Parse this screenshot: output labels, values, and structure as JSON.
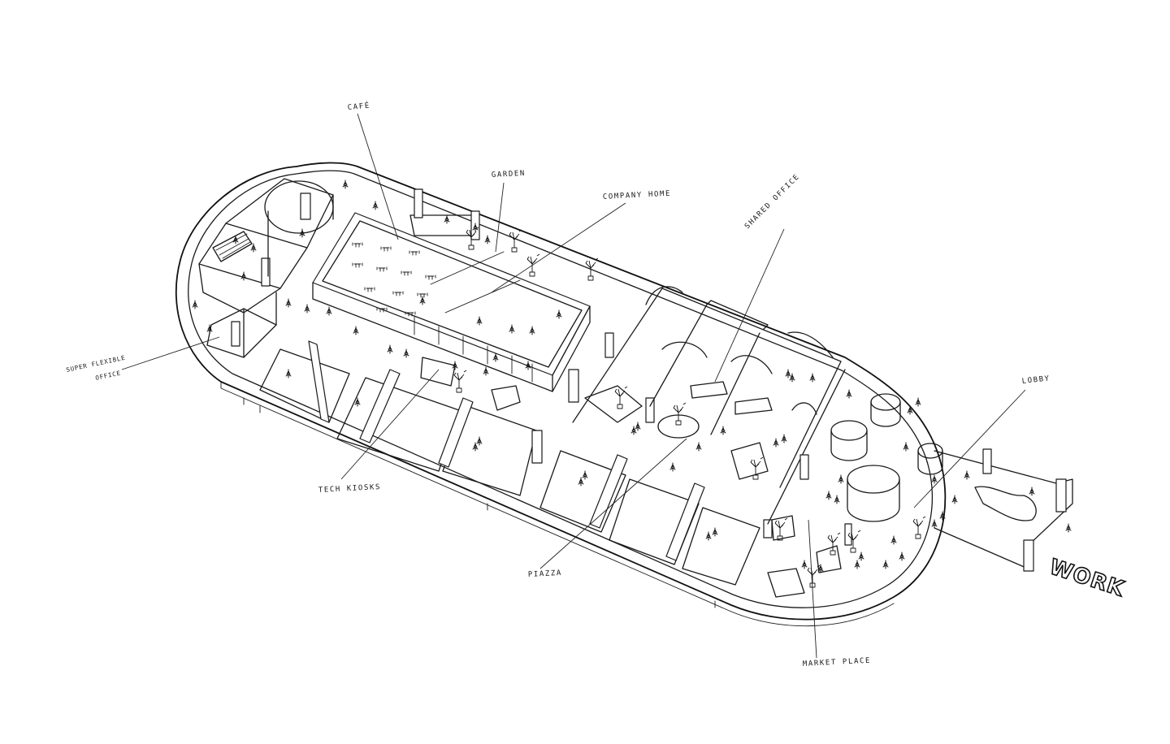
{
  "diagram": {
    "labels": {
      "cafe": "CAFÉ",
      "garden": "GARDEN",
      "company_home": "COMPANY HOME",
      "shared_office": "SHARED OFFICE",
      "lobby": "LOBBY",
      "super_flexible_office_line1": "SUPER FLEXIBLE",
      "super_flexible_office_line2": "OFFICE",
      "tech_kiosks": "TECH KIOSKS",
      "piazza": "PIAZZA",
      "market_place": "MARKET PLACE",
      "work": "WORK"
    }
  }
}
